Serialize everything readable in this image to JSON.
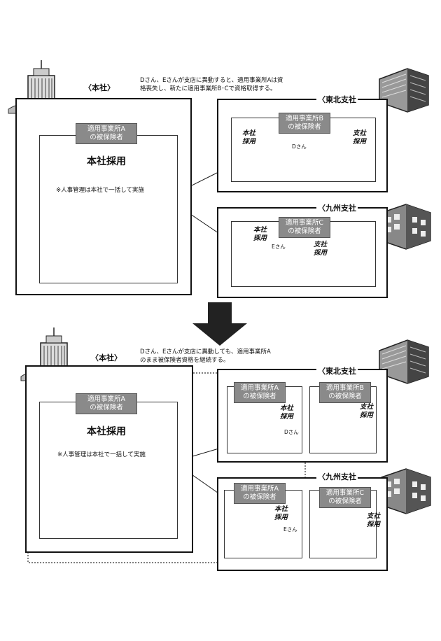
{
  "top": {
    "hq_tag": "〈本社〉",
    "note_line1": "Dさん、Eさんが支店に異動すると、適用事業所Aは資",
    "note_line2": "格喪失し、新たに適用事業所B･Cで資格取得する。",
    "hq_group": "適用事業所A\nの被保険者",
    "hq_hire": "本社採用",
    "hq_note": "※人事管理は本社で一括して実施",
    "tohoku_tag": "〈東北支社",
    "tohoku_group": "適用事業所B\nの被保険者",
    "tohoku_left_tag": "本社\n採用",
    "tohoku_right_tag": "支社\n採用",
    "tohoku_person": "Dさん",
    "kyushu_tag": "〈九州支社",
    "kyushu_group": "適用事業所C\nの被保険者",
    "kyushu_left_tag": "本社\n採用",
    "kyushu_right_tag": "支社\n採用",
    "kyushu_person": "Eさん"
  },
  "bottom": {
    "hq_tag": "〈本社〉",
    "note_line1": "Dさん、Eさんが支店に異動しても、適用事業所A",
    "note_line2": "のまま被保険者資格を継続する。",
    "hq_group": "適用事業所A\nの被保険者",
    "hq_hire": "本社採用",
    "hq_note": "※人事管理は本社で一括して実施",
    "tohoku_tag": "〈東北支社",
    "tohoku_a_group": "適用事業所A\nの被保険者",
    "tohoku_b_group": "適用事業所B\nの被保険者",
    "tohoku_left_tag": "本社\n採用",
    "tohoku_right_tag": "支社\n採用",
    "tohoku_person": "Dさん",
    "kyushu_tag": "〈九州支社",
    "kyushu_a_group": "適用事業所A\nの被保険者",
    "kyushu_c_group": "適用事業所C\nの被保険者",
    "kyushu_left_tag": "本社\n採用",
    "kyushu_right_tag": "支社\n採用",
    "kyushu_person": "Eさん"
  },
  "colors": {
    "gray_label": "#8a8a8a",
    "line": "#111111"
  },
  "icons": [
    "hq-building-icon",
    "office-building-icon",
    "factory-building-icon",
    "down-arrow-icon",
    "people-group-icon",
    "worker-icon"
  ]
}
